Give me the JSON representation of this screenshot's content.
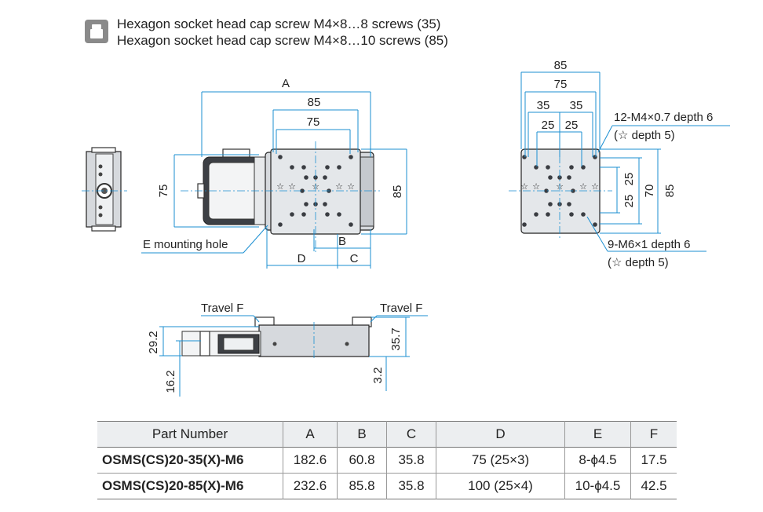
{
  "notes": {
    "line1": "Hexagon socket head cap screw M4×8…8 screws (35)",
    "line2": "Hexagon socket head cap screw M4×8…10 screws (85)"
  },
  "top_view": {
    "dim_A": "A",
    "dim_85": "85",
    "dim_75": "75",
    "dim_left_75": "75",
    "dim_right_85": "85",
    "dim_B": "B",
    "dim_C": "C",
    "dim_D": "D",
    "mounting_hole_label": "E mounting hole"
  },
  "right_view": {
    "dim_85": "85",
    "dim_75": "75",
    "dim_35a": "35",
    "dim_35b": "35",
    "dim_25a": "25",
    "dim_25b": "25",
    "dim_v25a": "25",
    "dim_v25b": "25",
    "dim_v70": "70",
    "dim_v85": "85",
    "tap1_line1": "12-M4×0.7 depth 6",
    "tap1_line2": "(☆ depth 5)",
    "tap2_line1": "9-M6×1 depth 6",
    "tap2_line2": "(☆ depth 5)"
  },
  "side_view": {
    "travel_left": "Travel F",
    "travel_right": "Travel F",
    "dim_29_2": "29.2",
    "dim_16_2": "16.2",
    "dim_35_7": "35.7",
    "dim_3_2": "3.2"
  },
  "table": {
    "headers": [
      "Part Number",
      "A",
      "B",
      "C",
      "D",
      "E",
      "F"
    ],
    "rows": [
      [
        "OSMS(CS)20-35(X)-M6",
        "182.6",
        "60.8",
        "35.8",
        "75 (25×3)",
        "8-ϕ4.5",
        "17.5"
      ],
      [
        "OSMS(CS)20-85(X)-M6",
        "232.6",
        "85.8",
        "35.8",
        "100 (25×4)",
        "10-ϕ4.5",
        "42.5"
      ]
    ]
  }
}
